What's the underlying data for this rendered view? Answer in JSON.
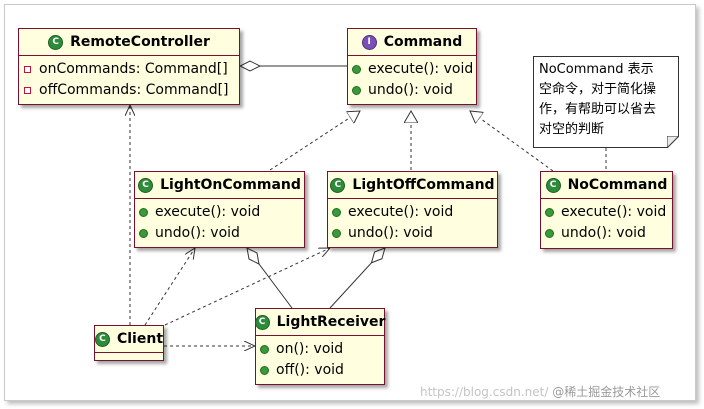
{
  "classes": {
    "remote_controller": {
      "name": "RemoteController",
      "icon": "class-icon",
      "attributes": [
        "onCommands: Command[]",
        "offCommands: Command[]"
      ]
    },
    "command": {
      "name": "Command",
      "icon": "interface-icon",
      "methods": [
        "execute(): void",
        "undo(): void"
      ]
    },
    "light_on_command": {
      "name": "LightOnCommand",
      "icon": "class-icon",
      "methods": [
        "execute(): void",
        "undo(): void"
      ]
    },
    "light_off_command": {
      "name": "LightOffCommand",
      "icon": "class-icon",
      "methods": [
        "execute(): void",
        "undo(): void"
      ]
    },
    "no_command": {
      "name": "NoCommand",
      "icon": "class-icon",
      "methods": [
        "execute(): void",
        "undo(): void"
      ]
    },
    "client": {
      "name": "Client",
      "icon": "class-icon"
    },
    "light_receiver": {
      "name": "LightReceiver",
      "icon": "class-icon",
      "methods": [
        "on(): void",
        "off(): void"
      ]
    }
  },
  "note": {
    "lines": [
      "NoCommand 表示",
      "空命令，对于简化操",
      "作，有帮助可以省去",
      "对空的判断"
    ]
  },
  "watermark": {
    "url": "https://blog.csdn.net/",
    "brand": "@稀土掘金技术社区"
  },
  "colors": {
    "class_fill": "#ffffe0",
    "class_border": "#7a1030",
    "public_marker": "#3a9a3a",
    "private_marker": "#c0143c"
  }
}
